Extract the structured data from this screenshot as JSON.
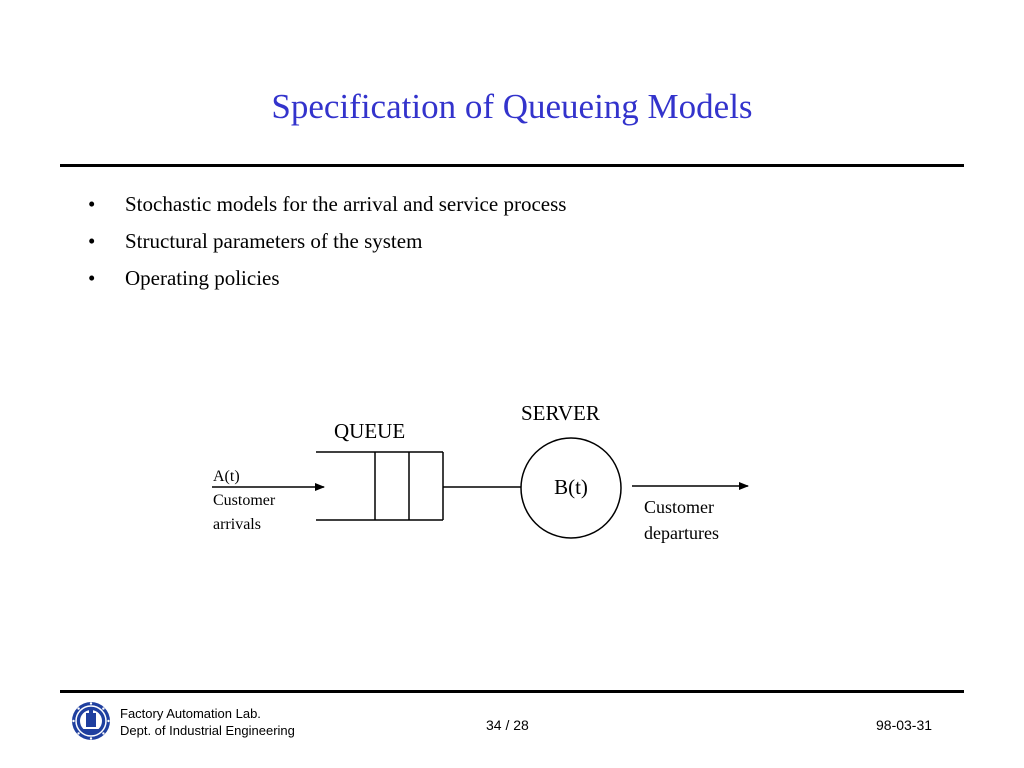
{
  "slide": {
    "title": "Specification of Queueing Models",
    "bullets": [
      "Stochastic models for the arrival and service process",
      "Structural parameters of the system",
      "Operating policies"
    ],
    "bullet_char": "•"
  },
  "diagram": {
    "server_label": "SERVER",
    "queue_label": "QUEUE",
    "arrival_process": "A(t)",
    "arrival_text_1": "Customer",
    "arrival_text_2": "arrivals",
    "service_process": "B(t)",
    "departure_text_1": "Customer",
    "departure_text_2": "departures"
  },
  "footer": {
    "lab": "Factory Automation Lab.",
    "dept": "Dept. of Industrial Engineering",
    "page": "34 / 28",
    "date": "98-03-31",
    "logo_icon": "university-seal-icon"
  },
  "colors": {
    "title": "#3333cc",
    "logo": "#1f3f9f"
  }
}
